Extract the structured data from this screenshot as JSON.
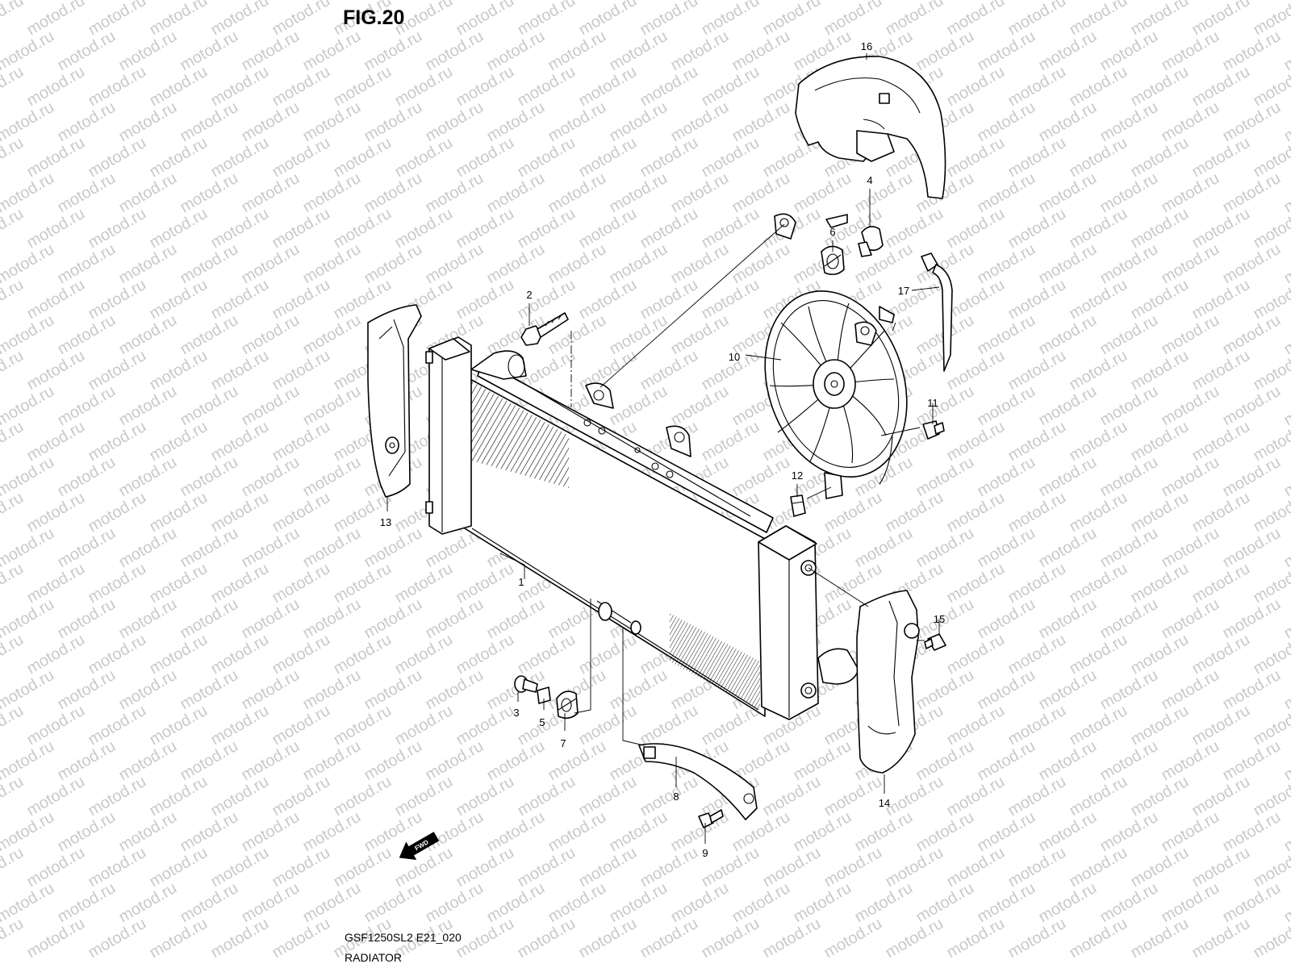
{
  "figure_title": "FIG.20",
  "watermark_text": "motod.ru",
  "diagram_code": "GSF1250SL2 E21_020",
  "diagram_name": "RADIATOR",
  "fwd_label": "FWD",
  "callouts": [
    "1",
    "2",
    "3",
    "4",
    "5",
    "6",
    "7",
    "8",
    "9",
    "10",
    "11",
    "12",
    "13",
    "14",
    "15",
    "16",
    "17"
  ],
  "colors": {
    "line": "#000000",
    "background": "#ffffff",
    "watermark": "#c9c9c9"
  }
}
